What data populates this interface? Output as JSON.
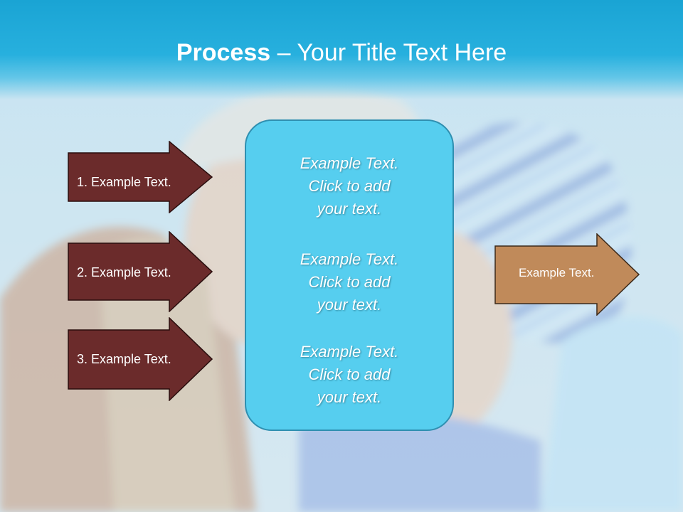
{
  "slide": {
    "title_bold": "Process",
    "title_dash": " – ",
    "title_rest": "Your Title Text Here"
  },
  "left_arrows": [
    {
      "label": "1. Example Text."
    },
    {
      "label": "2. Example Text."
    },
    {
      "label": "3. Example Text."
    }
  ],
  "center_box": {
    "items": [
      {
        "line1": "Example Text.",
        "line2": "Click  to add",
        "line3": "your text."
      },
      {
        "line1": "Example Text.",
        "line2": "Click  to add",
        "line3": "your text."
      },
      {
        "line1": "Example Text.",
        "line2": "Click  to add",
        "line3": "your text."
      }
    ]
  },
  "right_arrow": {
    "label": "Example Text."
  },
  "colors": {
    "header": "#1aa4d4",
    "left_arrow_fill": "#6b2b2b",
    "center_box_fill": "#56ceef",
    "right_arrow_fill": "#c08a5a"
  }
}
